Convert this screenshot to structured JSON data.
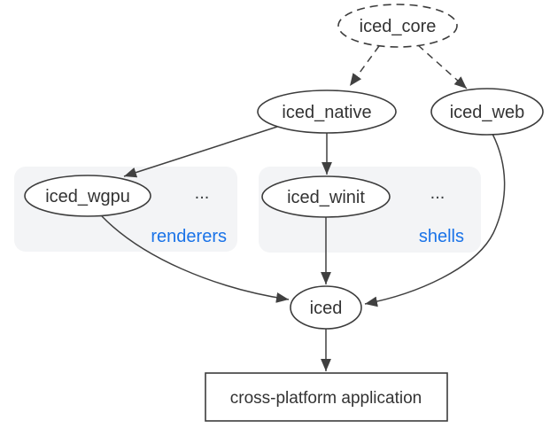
{
  "nodes": {
    "iced_core": {
      "label": "iced_core"
    },
    "iced_native": {
      "label": "iced_native"
    },
    "iced_web": {
      "label": "iced_web"
    },
    "iced_wgpu": {
      "label": "iced_wgpu"
    },
    "iced_winit": {
      "label": "iced_winit"
    },
    "iced": {
      "label": "iced"
    },
    "application": {
      "label": "cross-platform application"
    }
  },
  "groups": {
    "renderers": {
      "label": "renderers",
      "more": "..."
    },
    "shells": {
      "label": "shells",
      "more": "..."
    }
  },
  "colors": {
    "group_label_blue": "#1a73e8",
    "shape_stroke": "#3c3c3c",
    "text": "#333333",
    "group_background": "#f3f4f6"
  }
}
